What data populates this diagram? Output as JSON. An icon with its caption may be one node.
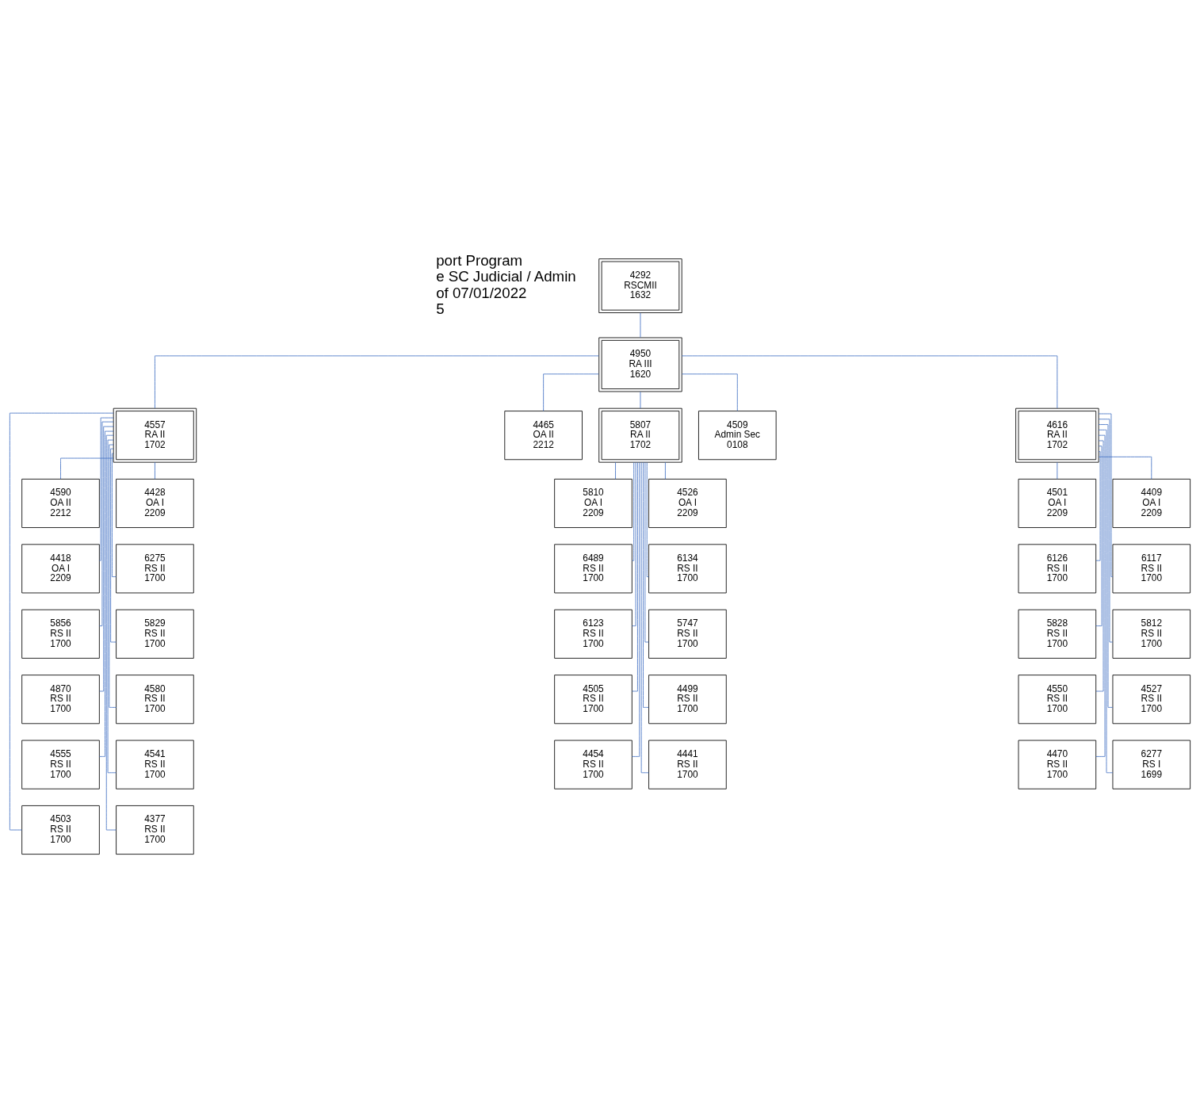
{
  "diagram": {
    "nodes": [
      {
        "text": [
          "4292",
          "RSCMII",
          "1632"
        ]
      },
      {
        "text": [
          "4950",
          "RA III",
          "1620"
        ]
      },
      {
        "text": [
          "4557",
          "RA II",
          "1702"
        ]
      },
      {
        "text": [
          "4465",
          "OA II",
          "2212"
        ]
      },
      {
        "text": [
          "5807",
          "RA II",
          "1702"
        ]
      },
      {
        "text": [
          "4509",
          "Admin Sec",
          "0108"
        ]
      },
      {
        "text": [
          "4616",
          "RA II",
          "1702"
        ]
      },
      {
        "text": [
          "4590",
          "OA II",
          "2212"
        ]
      },
      {
        "text": [
          "4428",
          "OA I",
          "2209"
        ]
      },
      {
        "text": [
          "4418",
          "OA I",
          "2209"
        ]
      },
      {
        "text": [
          "6275",
          "RS II",
          "1700"
        ]
      },
      {
        "text": [
          "5856",
          "RS II",
          "1700"
        ]
      },
      {
        "text": [
          "5829",
          "RS II",
          "1700"
        ]
      },
      {
        "text": [
          "4870",
          "RS II",
          "1700"
        ]
      },
      {
        "text": [
          "4580",
          "RS II",
          "1700"
        ]
      },
      {
        "text": [
          "4555",
          "RS II",
          "1700"
        ]
      },
      {
        "text": [
          "4541",
          "RS II",
          "1700"
        ]
      },
      {
        "text": [
          "4503",
          "RS II",
          "1700"
        ]
      },
      {
        "text": [
          "4377",
          "RS II",
          "1700"
        ]
      },
      {
        "text": [
          "5810",
          "OA I",
          "2209"
        ]
      },
      {
        "text": [
          "4526",
          "OA I",
          "2209"
        ]
      },
      {
        "text": [
          "6489",
          "RS II",
          "1700"
        ]
      },
      {
        "text": [
          "6134",
          "RS II",
          "1700"
        ]
      },
      {
        "text": [
          "6123",
          "RS II",
          "1700"
        ]
      },
      {
        "text": [
          "5747",
          "RS II",
          "1700"
        ]
      },
      {
        "text": [
          "4505",
          "RS II",
          "1700"
        ]
      },
      {
        "text": [
          "4499",
          "RS II",
          "1700"
        ]
      },
      {
        "text": [
          "4454",
          "RS II",
          "1700"
        ]
      },
      {
        "text": [
          "4441",
          "RS II",
          "1700"
        ]
      },
      {
        "text": [
          "4501",
          "OA I",
          "2209"
        ]
      },
      {
        "text": [
          "4409",
          "OA I",
          "2209"
        ]
      },
      {
        "text": [
          "6126",
          "RS II",
          "1700"
        ]
      },
      {
        "text": [
          "6117",
          "RS II",
          "1700"
        ]
      },
      {
        "text": [
          "5828",
          "RS II",
          "1700"
        ]
      },
      {
        "text": [
          "5812",
          "RS II",
          "1700"
        ]
      },
      {
        "text": [
          "4550",
          "RS II",
          "1700"
        ]
      },
      {
        "text": [
          "4527",
          "RS II",
          "1700"
        ]
      },
      {
        "text": [
          "4470",
          "RS II",
          "1700"
        ]
      },
      {
        "text": [
          "6277",
          "RS I",
          "1699"
        ]
      }
    ],
    "edges": [
      {
        "from": 0,
        "to": 1,
        "arrow": "none"
      },
      {
        "from": 1,
        "to": 2,
        "arrow": "none"
      },
      {
        "from": 1,
        "to": 3,
        "arrow": "none"
      },
      {
        "from": 1,
        "to": 4,
        "arrow": "none"
      },
      {
        "from": 1,
        "to": 5,
        "arrow": "none"
      },
      {
        "from": 1,
        "to": 6,
        "arrow": "none"
      },
      {
        "from": 2,
        "to": 7,
        "arrow": "none"
      },
      {
        "from": 2,
        "to": 8,
        "arrow": "none"
      },
      {
        "from": 2,
        "to": 9,
        "arrow": "none"
      },
      {
        "from": 2,
        "to": 10,
        "arrow": "none"
      },
      {
        "from": 2,
        "to": 11,
        "arrow": "none"
      },
      {
        "from": 2,
        "to": 12,
        "arrow": "none"
      },
      {
        "from": 2,
        "to": 13,
        "arrow": "none"
      },
      {
        "from": 2,
        "to": 14,
        "arrow": "none"
      },
      {
        "from": 2,
        "to": 15,
        "arrow": "none"
      },
      {
        "from": 2,
        "to": 16,
        "arrow": "none"
      },
      {
        "from": 2,
        "to": 17,
        "arrow": "none"
      },
      {
        "from": 2,
        "to": 18,
        "arrow": "none"
      },
      {
        "from": 4,
        "to": 19,
        "arrow": "none"
      },
      {
        "from": 4,
        "to": 20,
        "arrow": "none"
      },
      {
        "from": 4,
        "to": 21,
        "arrow": "none"
      },
      {
        "from": 4,
        "to": 22,
        "arrow": "none"
      },
      {
        "from": 4,
        "to": 23,
        "arrow": "none"
      },
      {
        "from": 4,
        "to": 24,
        "arrow": "none"
      },
      {
        "from": 4,
        "to": 25,
        "arrow": "none"
      },
      {
        "from": 4,
        "to": 26,
        "arrow": "none"
      },
      {
        "from": 4,
        "to": 27,
        "arrow": "none"
      },
      {
        "from": 4,
        "to": 28,
        "arrow": "none"
      },
      {
        "from": 6,
        "to": 29,
        "arrow": "none"
      },
      {
        "from": 6,
        "to": 30,
        "arrow": "none"
      },
      {
        "from": 6,
        "to": 31,
        "arrow": "none"
      },
      {
        "from": 6,
        "to": 32,
        "arrow": "none"
      },
      {
        "from": 6,
        "to": 33,
        "arrow": "none"
      },
      {
        "from": 6,
        "to": 34,
        "arrow": "none"
      },
      {
        "from": 6,
        "to": 35,
        "arrow": "none"
      },
      {
        "from": 6,
        "to": 36,
        "arrow": "none"
      },
      {
        "from": 6,
        "to": 37,
        "arrow": "none"
      },
      {
        "from": 6,
        "to": 38,
        "arrow": "none"
      }
    ],
    "labels": [
      "port Program",
      "e SC Judicial / Admin",
      "of 07/01/2022",
      "5"
    ]
  }
}
